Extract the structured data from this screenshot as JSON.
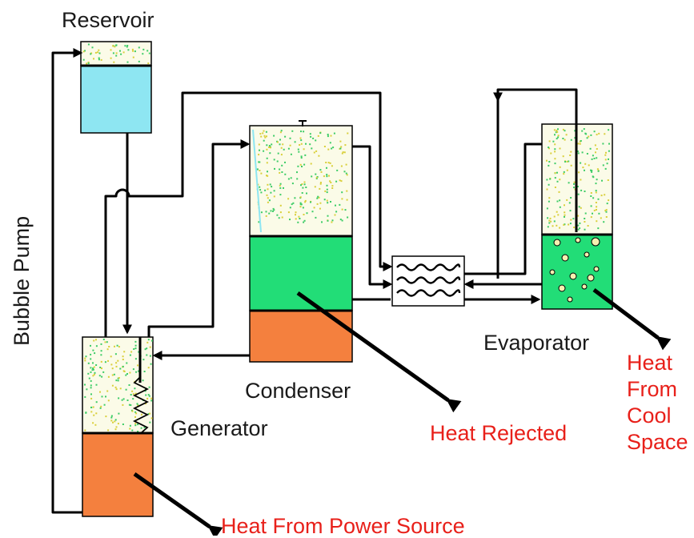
{
  "labels": {
    "reservoir": "Reservoir",
    "bubble_pump": "Bubble Pump",
    "generator": "Generator",
    "condenser": "Condenser",
    "evaporator": "Evaporator",
    "heat_rejected": "Heat Rejected",
    "heat_from_power_source": "Heat From Power Source",
    "heat_from_cool_space": [
      "Heat",
      "From",
      "Cool",
      "Space"
    ]
  },
  "colors": {
    "water": "#8ee6f2",
    "liquid_green": "#22dd77",
    "hot_orange": "#f4803e",
    "vapor_yellow": "#f2ef9a",
    "vapor_green": "#3ccc66",
    "line": "#000000",
    "red_text": "#e8201a"
  }
}
